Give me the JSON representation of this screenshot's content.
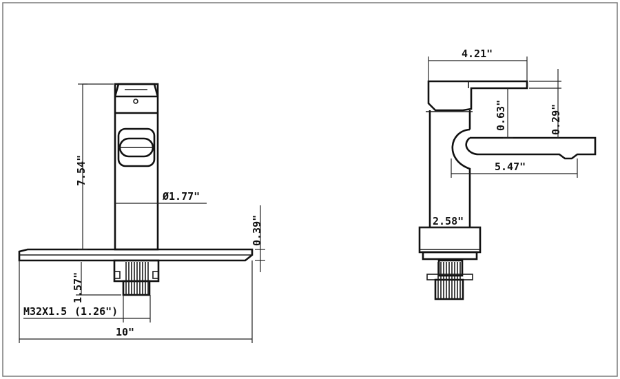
{
  "colors": {
    "line": "#111111",
    "background": "#ffffff",
    "frame": "#7a7a7a"
  },
  "front_view": {
    "height_label": "7.54\"",
    "spout_diameter_label": "Ø1.77\"",
    "plate_thickness_label": "0.39\"",
    "shank_length_label": "1.57\"",
    "thread_label": "M32X1.5",
    "thread_length_label": "(1.26\")",
    "plate_width_label": "10\""
  },
  "side_view": {
    "depth_label": "4.21\"",
    "handle_height_label": "0.63\"",
    "lever_height_label": "0.29\"",
    "spout_reach_label": "5.47\"",
    "base_width_label": "2.58\""
  }
}
